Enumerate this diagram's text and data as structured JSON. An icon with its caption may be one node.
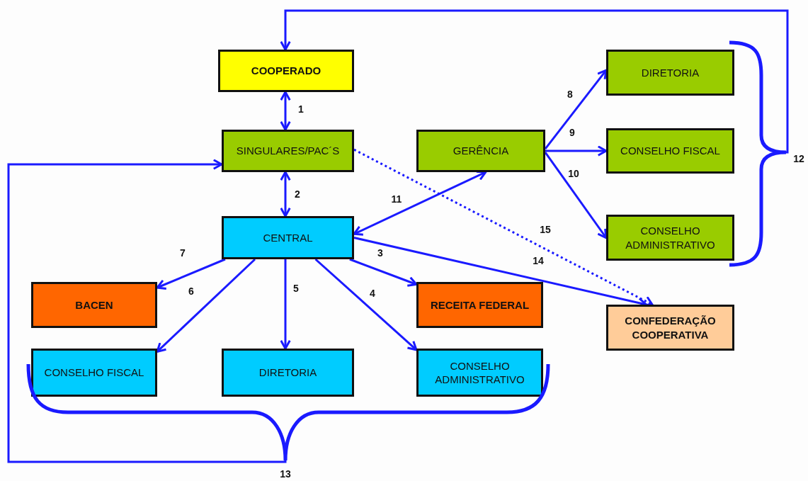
{
  "diagram": {
    "nodes": [
      {
        "text": [
          "COOPERADO"
        ]
      },
      {
        "text": [
          "SINGULARES/PAC´S"
        ]
      },
      {
        "text": [
          "GERÊNCIA"
        ]
      },
      {
        "text": [
          "DIRETORIA"
        ]
      },
      {
        "text": [
          "CONSELHO FISCAL"
        ]
      },
      {
        "text": [
          "CONSELHO ADMINISTRATIVO"
        ]
      },
      {
        "text": [
          "CENTRAL"
        ]
      },
      {
        "text": [
          "BACEN"
        ]
      },
      {
        "text": [
          "RECEITA FEDERAL"
        ]
      },
      {
        "text": [
          "CONFEDERAÇÃO COOPERATIVA"
        ]
      },
      {
        "text": [
          "CONSELHO FISCAL"
        ]
      },
      {
        "text": [
          "DIRETORIA"
        ]
      },
      {
        "text": [
          "CONSELHO ADMINISTRATIVO"
        ]
      },
      {
        "text": [],
        "shape": "brace"
      },
      {
        "text": [],
        "shape": "brace"
      }
    ],
    "edges": [
      {
        "from": 0,
        "to": 1,
        "arrow": "both",
        "label": "1"
      },
      {
        "from": 1,
        "to": 6,
        "arrow": "both",
        "label": "2"
      },
      {
        "from": 6,
        "to": 8,
        "arrow": "to",
        "label": "3"
      },
      {
        "from": 6,
        "to": 12,
        "arrow": "to",
        "label": "4"
      },
      {
        "from": 6,
        "to": 11,
        "arrow": "to",
        "label": "5"
      },
      {
        "from": 6,
        "to": 10,
        "arrow": "to",
        "label": "6"
      },
      {
        "from": 6,
        "to": 7,
        "arrow": "to",
        "label": "7"
      },
      {
        "from": 2,
        "to": 3,
        "arrow": "to",
        "label": "8"
      },
      {
        "from": 2,
        "to": 4,
        "arrow": "to",
        "label": "9"
      },
      {
        "from": 2,
        "to": 5,
        "arrow": "to",
        "label": "10"
      },
      {
        "from": 6,
        "to": 2,
        "arrow": "both",
        "label": "11"
      },
      {
        "from": 13,
        "to": 0,
        "arrow": "to",
        "label": "12"
      },
      {
        "from": 14,
        "to": 1,
        "arrow": "to",
        "label": "13"
      },
      {
        "from": 6,
        "to": 9,
        "arrow": "to",
        "label": "14"
      },
      {
        "from": 1,
        "to": 9,
        "arrow": "to",
        "label": "15",
        "style": "dashed"
      }
    ]
  }
}
